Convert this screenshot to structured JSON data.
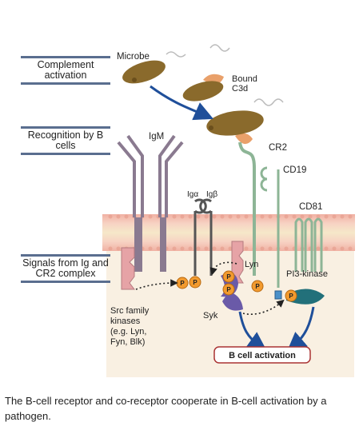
{
  "side_labels": {
    "complement": "Complement activation",
    "recognition": "Recognition by B cells",
    "signals": "Signals from Ig and CR2 complex"
  },
  "labels": {
    "microbe": "Microbe",
    "bound_c3d": "Bound\nC3d",
    "igm": "IgM",
    "cr2": "CR2",
    "cd19": "CD19",
    "cd81": "CD81",
    "iga": "Igα",
    "igb": "Igβ",
    "lyn": "Lyn",
    "syk": "Syk",
    "pi3k": "PI3-kinase",
    "src": "Src family\nkinases\n(e.g. Lyn,\nFyn, Blk)",
    "phospho": "P",
    "outcome": "B cell activation"
  },
  "caption": "The B-cell receptor and co-receptor cooperate in B-cell activation by a pathogen.",
  "colors": {
    "microbe": "#8a6a2c",
    "c3d": "#e9a06a",
    "igm": "#8a7a90",
    "cr2": "#8db596",
    "membrane_head": "#f2b7a9",
    "membrane_core": "#f6e8c9",
    "cytoplasm": "#f9f0e2",
    "syk": "#6a5aa8",
    "pi3k": "#22707a",
    "phospho": "#f29a2e",
    "arrow": "#1f4f9a"
  }
}
